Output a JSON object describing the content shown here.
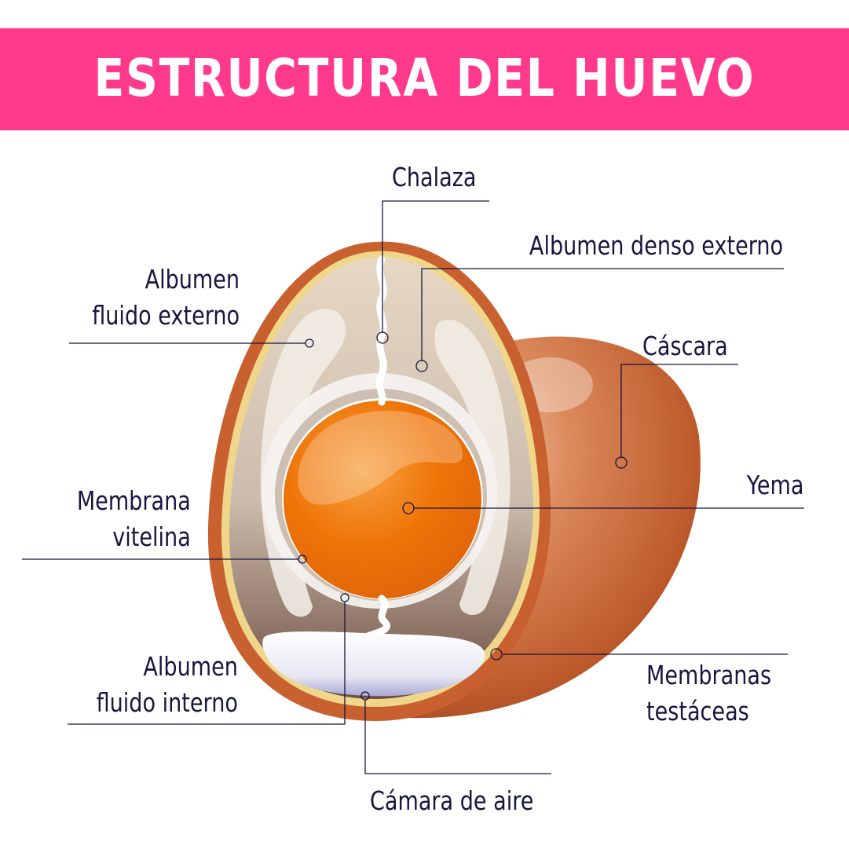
{
  "title": "ESTRUCTURA DEL HUEVO",
  "colors": {
    "banner": "#ff3a8c",
    "shell": "#c8612f",
    "yolk": "#ef7408",
    "label_text": "#16163f"
  },
  "labels": {
    "chalaza": "Chalaza",
    "albumen_denso_externo": "Albumen denso externo",
    "albumen_fluido_externo": [
      "Albumen",
      "fluido externo"
    ],
    "cascara": "Cáscara",
    "yema": "Yema",
    "membrana_vitelina": [
      "Membrana",
      "vitelina"
    ],
    "albumen_fluido_interno": [
      "Albumen",
      "fluido interno"
    ],
    "membranas_testaceas": [
      "Membranas",
      "testáceas"
    ],
    "camara_de_aire": "Cámara de aire"
  }
}
